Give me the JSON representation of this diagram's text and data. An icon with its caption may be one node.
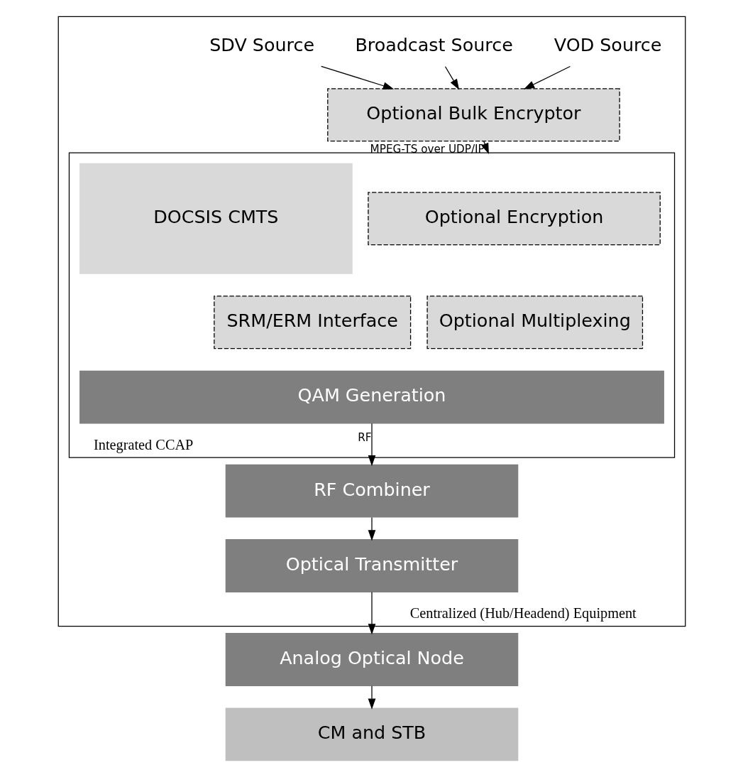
{
  "diagram": {
    "nodes": [
      {
        "text": [
          "Centralized (Hub/Headend) Equipment"
        ]
      },
      {
        "text": [
          "VOD Source"
        ],
        "in": 0
      },
      {
        "text": [
          "Broadcast Source"
        ],
        "in": 0
      },
      {
        "text": [
          "SDV Source"
        ],
        "in": 0
      },
      {
        "text": [
          "Optional Bulk Encryptor"
        ],
        "in": 0
      },
      {
        "text": [
          "Integrated CCAP"
        ],
        "in": 0
      },
      {
        "text": [
          "Optional Encryption"
        ],
        "in": 5
      },
      {
        "text": [
          "SRM/ERM Interface"
        ],
        "in": 5
      },
      {
        "text": [
          "Optional Multiplexing"
        ],
        "in": 5
      },
      {
        "text": [
          "DOCSIS CMTS"
        ],
        "in": 5
      },
      {
        "text": [
          "QAM Generation"
        ],
        "in": 5
      },
      {
        "text": [
          "RF Combiner"
        ],
        "in": 0
      },
      {
        "text": [
          "Optical Transmitter"
        ],
        "in": 0
      },
      {
        "text": [
          "Analog Optical Node"
        ]
      },
      {
        "text": [
          "CM and STB"
        ]
      }
    ],
    "edges": [
      {
        "from": 1,
        "to": 4,
        "arrow": "to"
      },
      {
        "from": 2,
        "to": 4,
        "arrow": "to"
      },
      {
        "from": 3,
        "to": 4,
        "arrow": "to"
      },
      {
        "from": 4,
        "to": 5,
        "arrow": "to",
        "label": "MPEG-TS over UDP/IP"
      },
      {
        "from": 10,
        "to": 11,
        "arrow": "to",
        "label": "RF"
      },
      {
        "from": 11,
        "to": 12,
        "arrow": "to"
      },
      {
        "from": 12,
        "to": 13,
        "arrow": "to"
      },
      {
        "from": 13,
        "to": 14,
        "arrow": "to"
      }
    ]
  }
}
